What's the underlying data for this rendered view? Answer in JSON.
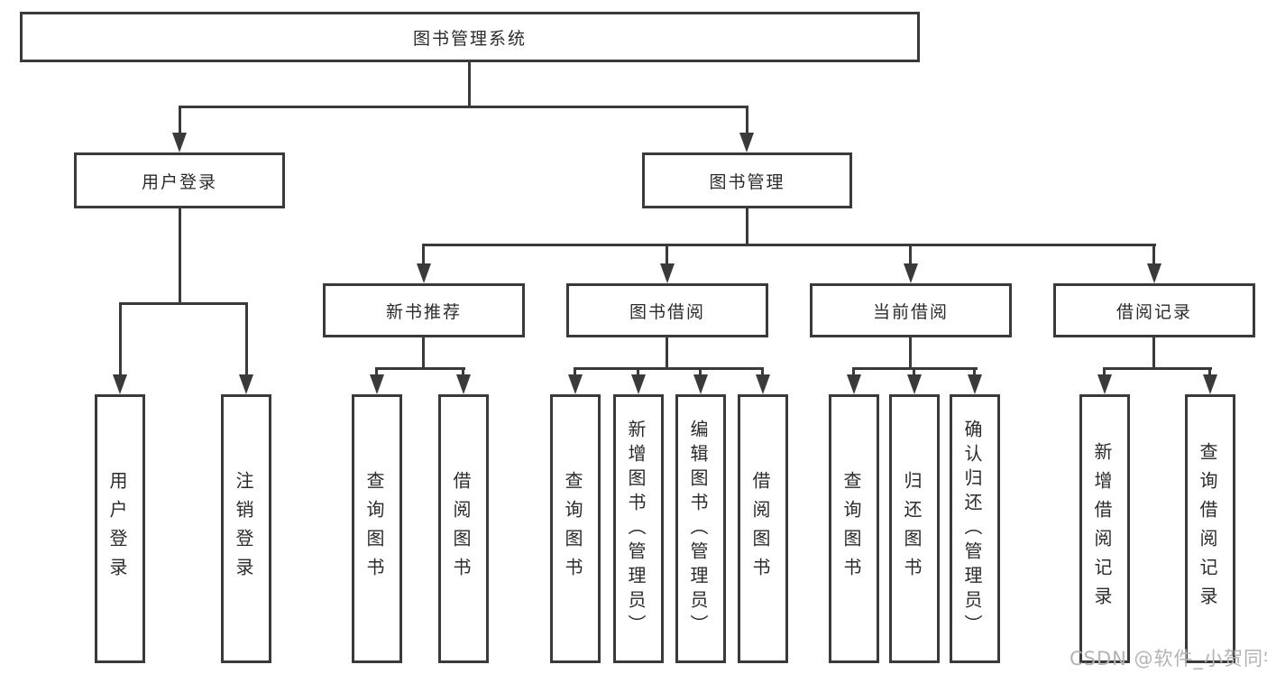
{
  "tree": {
    "root": {
      "label": "图书管理系统"
    },
    "branches": [
      {
        "label": "用户登录",
        "children": [
          {
            "label": "用户登录"
          },
          {
            "label": "注销登录"
          }
        ]
      },
      {
        "label": "图书管理",
        "children": [
          {
            "label": "新书推荐",
            "children": [
              {
                "label": "查询图书"
              },
              {
                "label": "借阅图书"
              }
            ]
          },
          {
            "label": "图书借阅",
            "children": [
              {
                "label": "查询图书"
              },
              {
                "label": "新增图书（管理员）"
              },
              {
                "label": "编辑图书（管理员）"
              },
              {
                "label": "借阅图书"
              }
            ]
          },
          {
            "label": "当前借阅",
            "children": [
              {
                "label": "查询图书"
              },
              {
                "label": "归还图书"
              },
              {
                "label": "确认归还（管理员）"
              }
            ]
          },
          {
            "label": "借阅记录",
            "children": [
              {
                "label": "新增借阅记录"
              },
              {
                "label": "查询借阅记录"
              }
            ]
          }
        ]
      }
    ]
  },
  "watermark": {
    "text": "CSDN @软件_小贺同学"
  },
  "colors": {
    "line": "#3a3a3a",
    "text": "#2b2b2b",
    "watermark": "#b3b3b3",
    "bg": "#ffffff"
  }
}
